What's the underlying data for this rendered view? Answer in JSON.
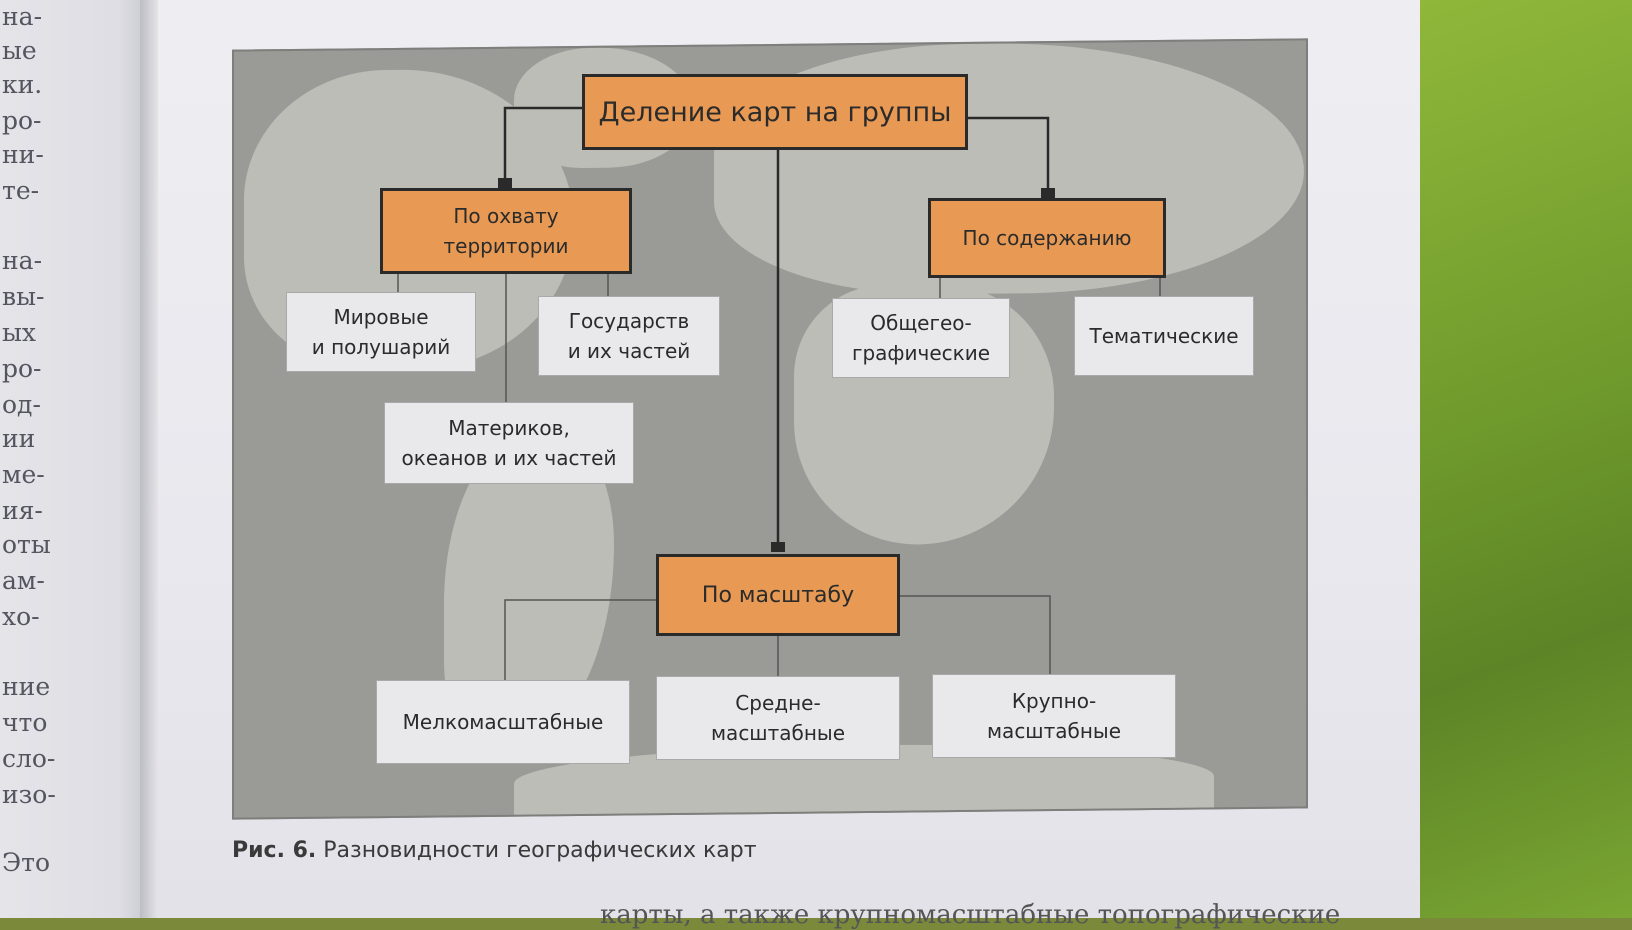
{
  "left_margin_text": [
    "на-",
    "ые",
    "ки.",
    "ро-",
    "ни-",
    "те-",
    "на-",
    "вы-",
    "ых",
    "ро-",
    "од-",
    "ии",
    "ме-",
    "ия-",
    "оты",
    "ам-",
    "хо-",
    "ние",
    "что",
    "сло-",
    "изо-",
    "Это"
  ],
  "diagram": {
    "root": "Деление карт на группы",
    "coverage": {
      "label": "По охвату\nтерритории",
      "children": [
        "Мировые\nи полушарий",
        "Государств\nи их частей",
        "Материков,\nокеанов и их частей"
      ]
    },
    "content": {
      "label": "По содержанию",
      "children": [
        "Общегео-\nграфические",
        "Тематические"
      ]
    },
    "scale": {
      "label": "По масштабу",
      "children": [
        "Мелкомасштабные",
        "Средне-\nмасштабные",
        "Крупно-\nмасштабные"
      ]
    }
  },
  "caption": {
    "prefix": "Рис. 6.",
    "text": "Разновидности географических карт"
  },
  "bottom_text": "карты, а также крупномасштабные топографические",
  "colors": {
    "orange_box": "#e89a54",
    "light_box": "#e9e8ea",
    "map_sea": "#9a9a97",
    "map_land": "#bdbdb7",
    "fabric": "#7aa633"
  }
}
